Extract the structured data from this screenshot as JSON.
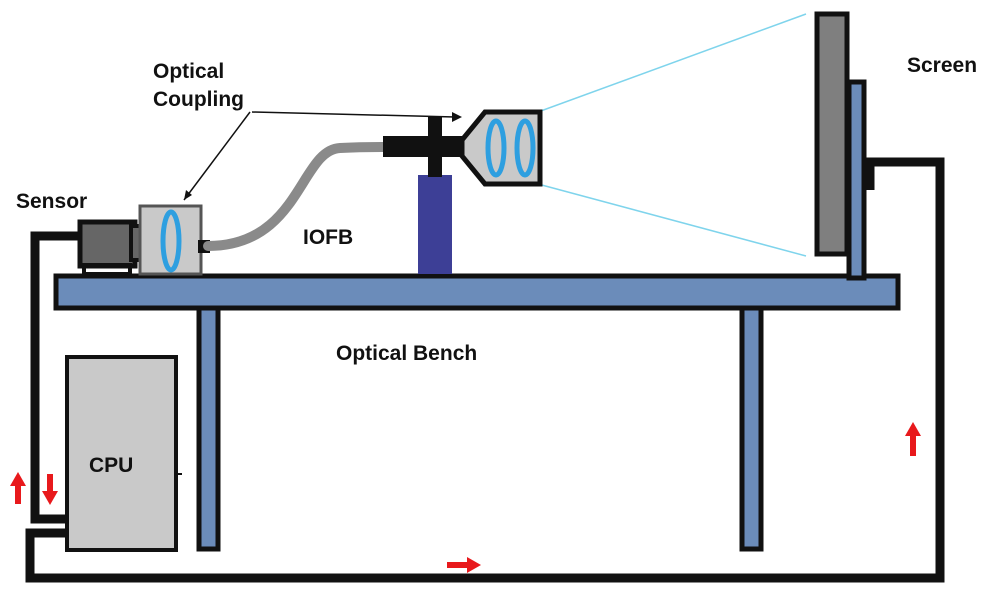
{
  "labels": {
    "optical_coupling_line1": "Optical",
    "optical_coupling_line2": "Coupling",
    "sensor": "Sensor",
    "iofb": "IOFB",
    "screen": "Screen",
    "optical_bench": "Optical Bench",
    "cpu": "CPU"
  },
  "colors": {
    "bench": "#6b8cba",
    "outline": "#111111",
    "stand": "#3d3f96",
    "housing": "#c9c9c9",
    "lens": "#2e9fe0",
    "screen_panel": "#7f7f7f",
    "cable": "#111111",
    "fiber": "#8a8a8a",
    "projection_lines": "#7fd4ec",
    "arrows": "#e8191c",
    "sensor_body": "#666666"
  },
  "icons": {
    "flow_arrow_up_left": "arrow-up-icon",
    "flow_arrow_down_left": "arrow-down-icon",
    "flow_arrow_right_bottom": "arrow-right-icon",
    "flow_arrow_up_right": "arrow-up-icon"
  }
}
